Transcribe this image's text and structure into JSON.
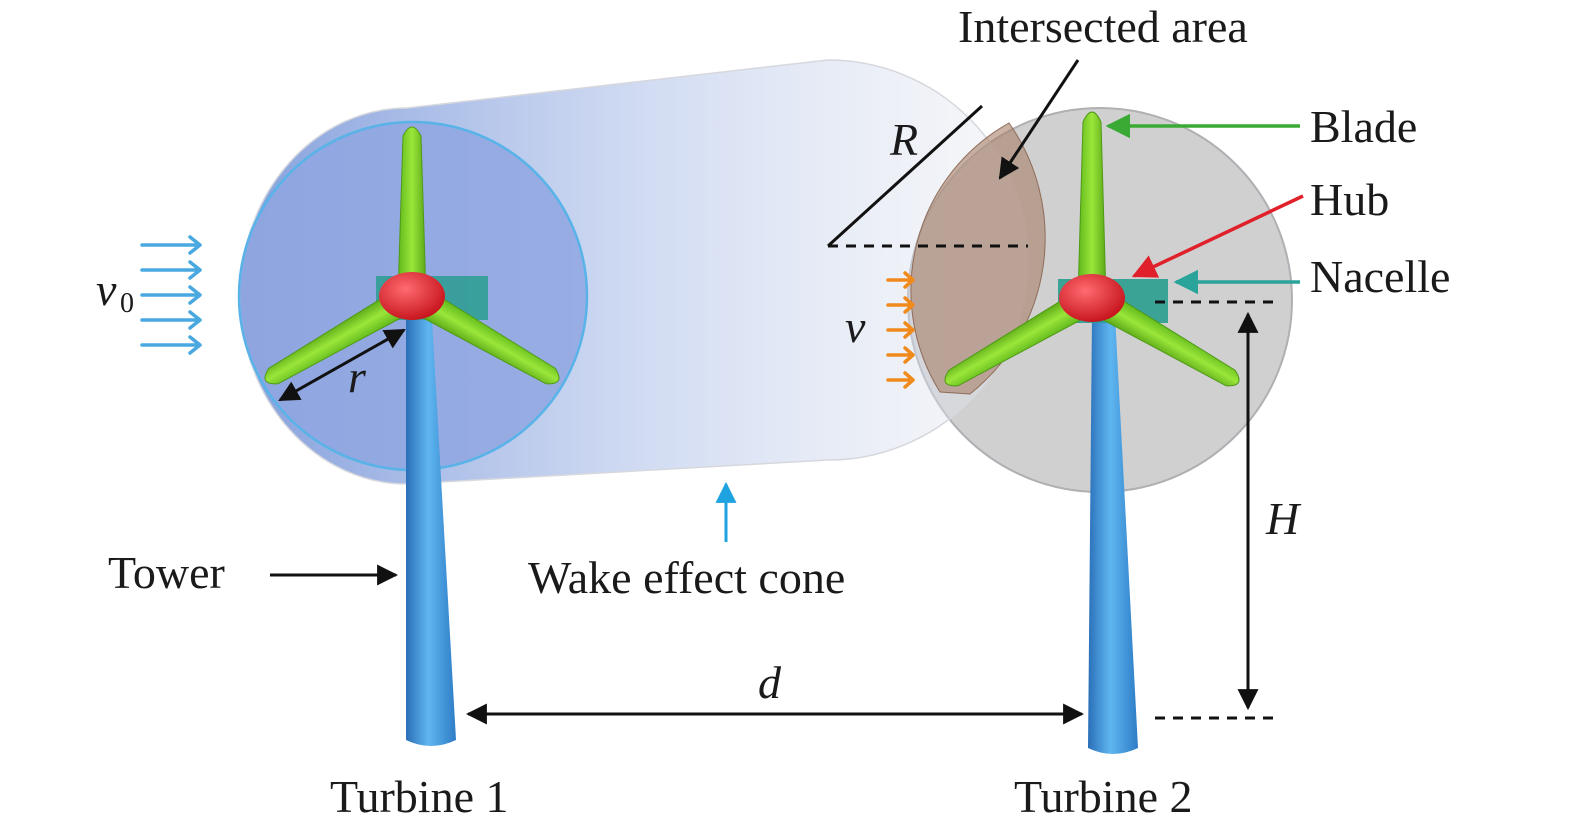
{
  "labels": {
    "intersected_area": "Intersected area",
    "blade": "Blade",
    "hub": "Hub",
    "nacelle": "Nacelle",
    "tower": "Tower",
    "wake_effect_cone": "Wake effect cone",
    "turbine_1": "Turbine 1",
    "turbine_2": "Turbine 2"
  },
  "symbols": {
    "R": "R",
    "r": "r",
    "v0_base": "v",
    "v0_sub": "0",
    "v": "v",
    "d": "d",
    "H": "H"
  },
  "colors": {
    "blade_arrow": "#3aaa35",
    "hub_arrow": "#e0202a",
    "nacelle_arrow": "#2aa39a",
    "wind_in": "#4aa8e0",
    "wind_out": "#f08a1c",
    "wake_arrow": "#1ea2e0",
    "blade": "#7ed321",
    "hub": "#e8202c",
    "nacelle": "#2a9d8f",
    "tower": "#3c8fd6"
  }
}
